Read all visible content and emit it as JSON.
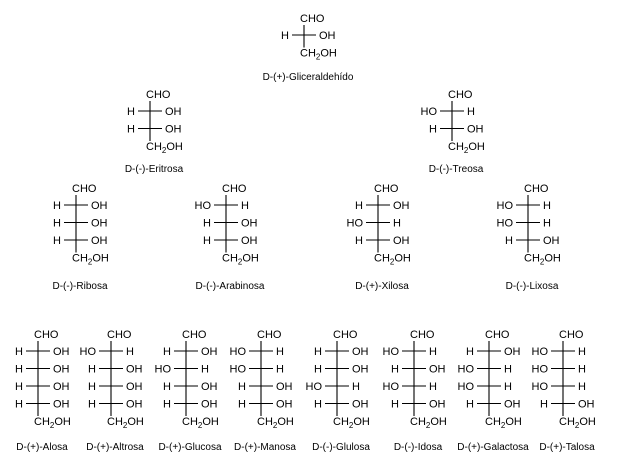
{
  "diagram": {
    "molecules": [
      {
        "id": "gliceraldehido",
        "name": "D-(+)-Gliceraldehído",
        "top": "CHO",
        "bottom": "CH2OH",
        "centers": [
          {
            "left": "H",
            "right": "OH"
          }
        ]
      },
      {
        "id": "eritrosa",
        "name": "D-(-)-Eritrosa",
        "top": "CHO",
        "bottom": "CH2OH",
        "centers": [
          {
            "left": "H",
            "right": "OH"
          },
          {
            "left": "H",
            "right": "OH"
          }
        ]
      },
      {
        "id": "treosa",
        "name": "D-(-)-Treosa",
        "top": "CHO",
        "bottom": "CH2OH",
        "centers": [
          {
            "left": "HO",
            "right": "H"
          },
          {
            "left": "H",
            "right": "OH"
          }
        ]
      },
      {
        "id": "ribosa",
        "name": "D-(-)-Ribosa",
        "top": "CHO",
        "bottom": "CH2OH",
        "centers": [
          {
            "left": "H",
            "right": "OH"
          },
          {
            "left": "H",
            "right": "OH"
          },
          {
            "left": "H",
            "right": "OH"
          }
        ]
      },
      {
        "id": "arabinosa",
        "name": "D-(-)-Arabinosa",
        "top": "CHO",
        "bottom": "CH2OH",
        "centers": [
          {
            "left": "HO",
            "right": "H"
          },
          {
            "left": "H",
            "right": "OH"
          },
          {
            "left": "H",
            "right": "OH"
          }
        ]
      },
      {
        "id": "xilosa",
        "name": "D-(+)-Xilosa",
        "top": "CHO",
        "bottom": "CH2OH",
        "centers": [
          {
            "left": "H",
            "right": "OH"
          },
          {
            "left": "HO",
            "right": "H"
          },
          {
            "left": "H",
            "right": "OH"
          }
        ]
      },
      {
        "id": "lixosa",
        "name": "D-(-)-Lixosa",
        "top": "CHO",
        "bottom": "CH2OH",
        "centers": [
          {
            "left": "HO",
            "right": "H"
          },
          {
            "left": "HO",
            "right": "H"
          },
          {
            "left": "H",
            "right": "OH"
          }
        ]
      },
      {
        "id": "alosa",
        "name": "D-(+)-Alosa",
        "top": "CHO",
        "bottom": "CH2OH",
        "centers": [
          {
            "left": "H",
            "right": "OH"
          },
          {
            "left": "H",
            "right": "OH"
          },
          {
            "left": "H",
            "right": "OH"
          },
          {
            "left": "H",
            "right": "OH"
          }
        ]
      },
      {
        "id": "altrosa",
        "name": "D-(+)-Altrosa",
        "top": "CHO",
        "bottom": "CH2OH",
        "centers": [
          {
            "left": "HO",
            "right": "H"
          },
          {
            "left": "H",
            "right": "OH"
          },
          {
            "left": "H",
            "right": "OH"
          },
          {
            "left": "H",
            "right": "OH"
          }
        ]
      },
      {
        "id": "glucosa",
        "name": "D-(+)-Glucosa",
        "top": "CHO",
        "bottom": "CH2OH",
        "centers": [
          {
            "left": "H",
            "right": "OH"
          },
          {
            "left": "HO",
            "right": "H"
          },
          {
            "left": "H",
            "right": "OH"
          },
          {
            "left": "H",
            "right": "OH"
          }
        ]
      },
      {
        "id": "manosa",
        "name": "D-(+)-Manosa",
        "top": "CHO",
        "bottom": "CH2OH",
        "centers": [
          {
            "left": "HO",
            "right": "H"
          },
          {
            "left": "HO",
            "right": "H"
          },
          {
            "left": "H",
            "right": "OH"
          },
          {
            "left": "H",
            "right": "OH"
          }
        ]
      },
      {
        "id": "glulosa",
        "name": "D-(-)-Glulosa",
        "top": "CHO",
        "bottom": "CH2OH",
        "centers": [
          {
            "left": "H",
            "right": "OH"
          },
          {
            "left": "H",
            "right": "OH"
          },
          {
            "left": "HO",
            "right": "H"
          },
          {
            "left": "H",
            "right": "OH"
          }
        ]
      },
      {
        "id": "idosa",
        "name": "D-(-)-Idosa",
        "top": "CHO",
        "bottom": "CH2OH",
        "centers": [
          {
            "left": "HO",
            "right": "H"
          },
          {
            "left": "H",
            "right": "OH"
          },
          {
            "left": "HO",
            "right": "H"
          },
          {
            "left": "H",
            "right": "OH"
          }
        ]
      },
      {
        "id": "galactosa",
        "name": "D-(+)-Galactosa",
        "top": "CHO",
        "bottom": "CH2OH",
        "centers": [
          {
            "left": "H",
            "right": "OH"
          },
          {
            "left": "HO",
            "right": "H"
          },
          {
            "left": "HO",
            "right": "H"
          },
          {
            "left": "H",
            "right": "OH"
          }
        ]
      },
      {
        "id": "talosa",
        "name": "D-(+)-Talosa",
        "top": "CHO",
        "bottom": "CH2OH",
        "centers": [
          {
            "left": "HO",
            "right": "H"
          },
          {
            "left": "HO",
            "right": "H"
          },
          {
            "left": "HO",
            "right": "H"
          },
          {
            "left": "H",
            "right": "OH"
          }
        ]
      }
    ]
  }
}
